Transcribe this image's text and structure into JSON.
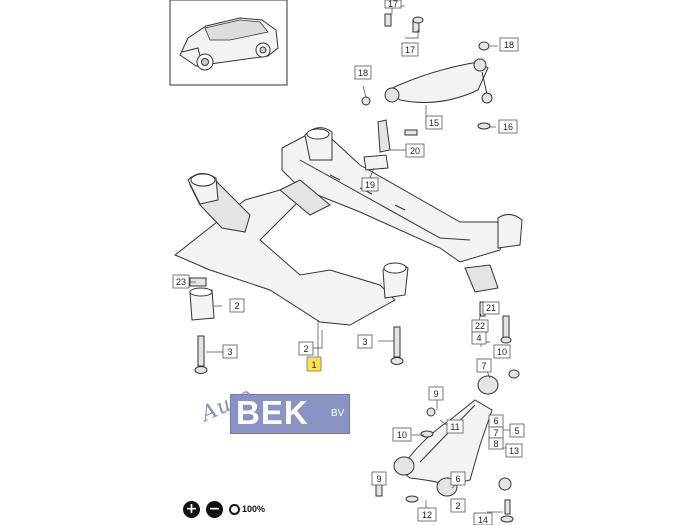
{
  "callouts": {
    "c1": "1",
    "c2a": "2",
    "c2b": "2",
    "c2c": "2",
    "c3a": "3",
    "c3b": "3",
    "c4": "4",
    "c5": "5",
    "c6a": "6",
    "c6b": "6",
    "c7a": "7",
    "c7b": "7",
    "c8": "8",
    "c9a": "9",
    "c9b": "9",
    "c10a": "10",
    "c10b": "10",
    "c11": "11",
    "c12": "12",
    "c13": "13",
    "c14": "14",
    "c15": "15",
    "c16": "16",
    "c17a": "17",
    "c17b": "17",
    "c18a": "18",
    "c18b": "18",
    "c19": "19",
    "c20": "20",
    "c21": "21",
    "c22": "22",
    "c23": "23"
  },
  "highlighted_callout": "1",
  "watermark": {
    "script": "Auto",
    "brand": "BEK",
    "suffix": "BV"
  },
  "controls": {
    "zoom_in": "+",
    "zoom_out": "−",
    "zoom_reset": "100%"
  },
  "colors": {
    "highlight": "#ffe14d",
    "watermark": "#8a94c4"
  }
}
